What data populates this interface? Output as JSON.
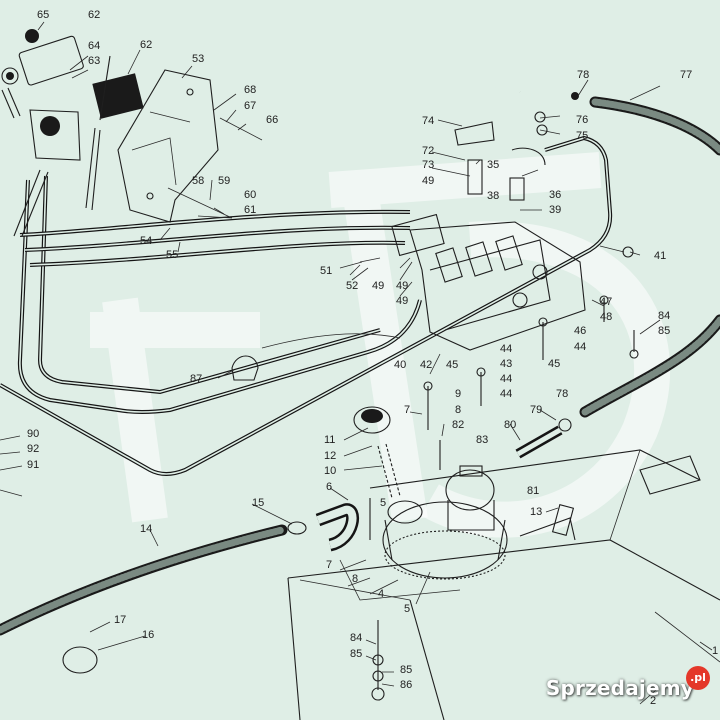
{
  "watermark": {
    "brand": "Sprzedajemy",
    "badge": ".pl"
  },
  "labels": {
    "l65": "65",
    "l62a": "62",
    "l64": "64",
    "l63": "63",
    "l62b": "62",
    "l53": "53",
    "l68": "68",
    "l67": "67",
    "l66": "66",
    "l78a": "78",
    "l77": "77",
    "l74": "74",
    "l76": "76",
    "l75": "75",
    "l72": "72",
    "l73": "73",
    "l35": "35",
    "l49a": "49",
    "l38": "38",
    "l36": "36",
    "l39": "39",
    "l58": "58",
    "l59": "59",
    "l60": "60",
    "l61": "61",
    "l54": "54",
    "l55": "55",
    "l41": "41",
    "l51": "51",
    "l52": "52",
    "l49b": "49",
    "l49c": "49",
    "l49d": "49",
    "l47": "47",
    "l48": "48",
    "l84a": "84",
    "l85a": "85",
    "l46": "46",
    "l44a": "44",
    "l40": "40",
    "l42": "42",
    "l45a": "45",
    "l44b": "44",
    "l43": "43",
    "l45b": "45",
    "l87": "87",
    "l44c": "44",
    "l44d": "44",
    "l9": "9",
    "l78b": "78",
    "l7a": "7",
    "l8a": "8",
    "l82": "82",
    "l79": "79",
    "l80": "80",
    "l11": "11",
    "l12": "12",
    "l83": "83",
    "l10": "10",
    "l90": "90",
    "l92": "92",
    "l91": "91",
    "l6": "6",
    "l81": "81",
    "l15": "15",
    "l5a": "5",
    "l13": "13",
    "l14": "14",
    "l7b": "7",
    "l8b": "8",
    "l4": "4",
    "l5b": "5",
    "l17": "17",
    "l16": "16",
    "l84b": "84",
    "l85b": "85",
    "l85c": "85",
    "l86": "86",
    "l2": "2",
    "l1": "1"
  }
}
